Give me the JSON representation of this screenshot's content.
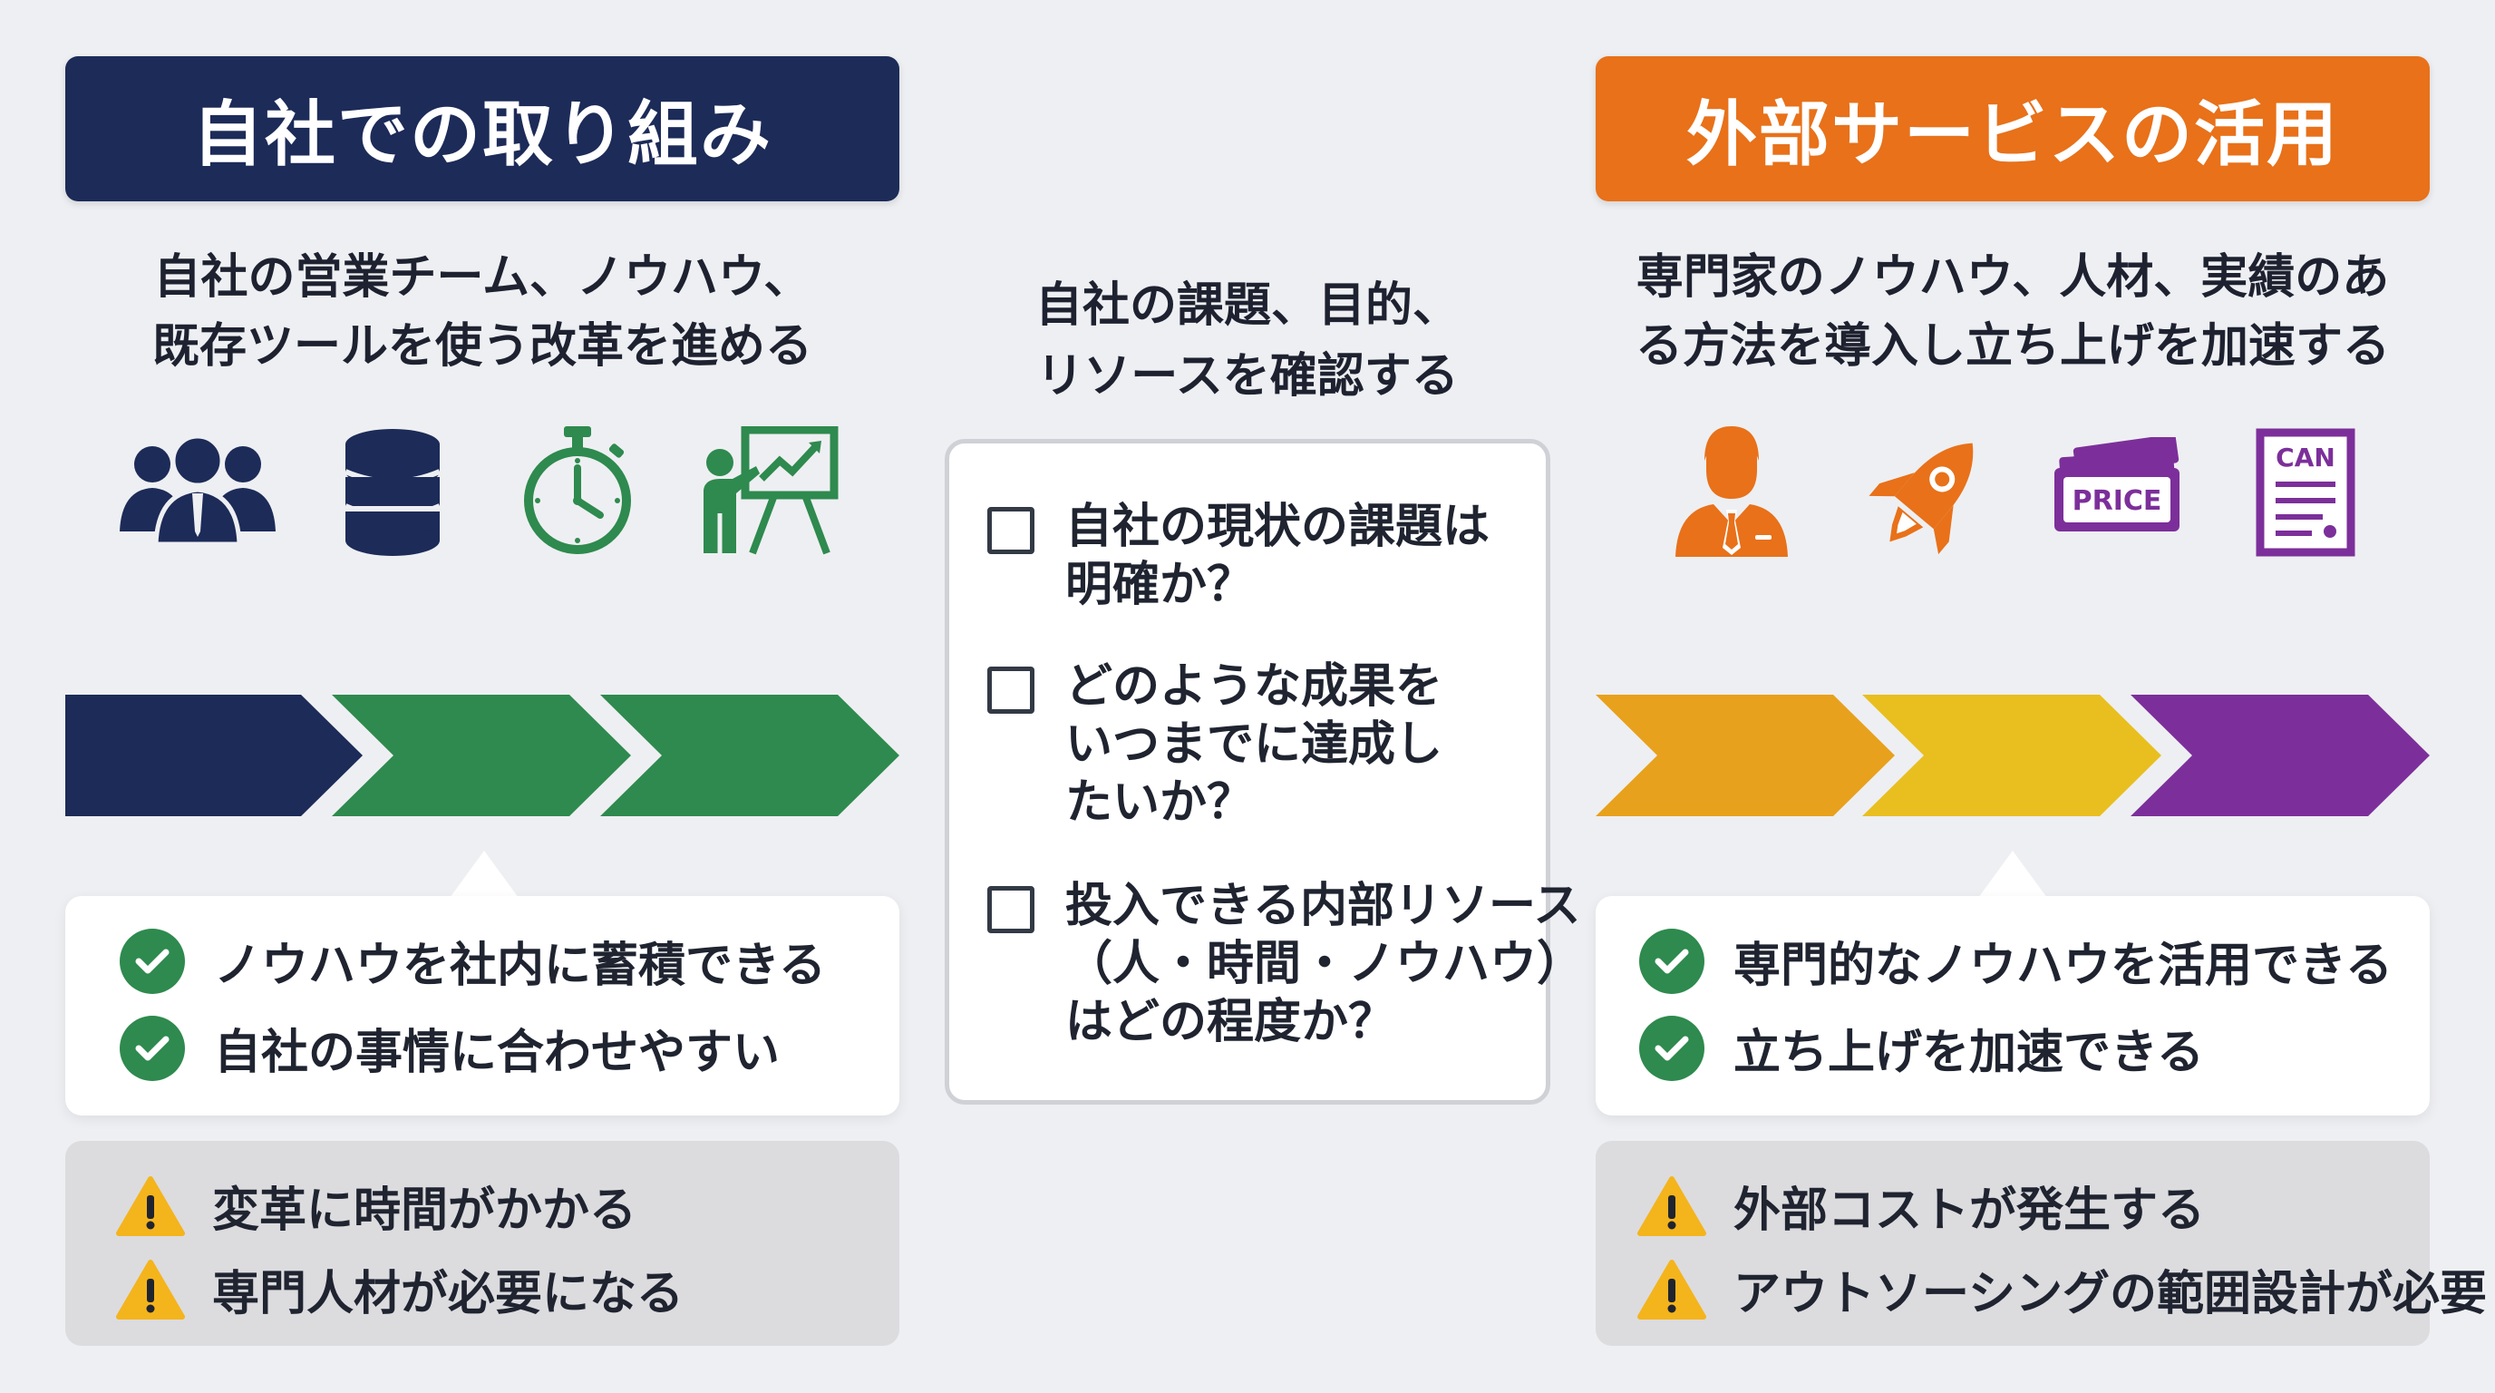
{
  "colors": {
    "navy": "#1c2b58",
    "green": "#2e8a4e",
    "orange": "#e8711a",
    "amber": "#e8a11c",
    "yellow": "#e8bf1f",
    "purple": "#7c2f9a",
    "warning": "#f4b41c"
  },
  "left": {
    "title": "自社での取り組み",
    "description": [
      "自社の営業チーム、ノウハウ、",
      "既存ツールを使う改革を進める"
    ],
    "icons": [
      "team-icon",
      "database-icon",
      "stopwatch-icon",
      "presentation-icon"
    ],
    "pros": [
      "ノウハウを社内に蓄積できる",
      "自社の事情に合わせやすい"
    ],
    "cons": [
      "変革に時間がかかる",
      "専門人材が必要になる"
    ]
  },
  "center": {
    "heading": [
      "自社の課題、目的、",
      "リソースを確認する"
    ],
    "checklist": [
      [
        "自社の現状の課題は",
        "明確か？"
      ],
      [
        "どのような成果を",
        "いつまでに達成し",
        "たいか？"
      ],
      [
        "投入できる内部リソース",
        "（人・時間・ノウハウ）",
        "はどの程度か？"
      ]
    ]
  },
  "right": {
    "title": "外部サービスの活用",
    "description": [
      "専門家のノウハウ、人材、実績のあ",
      "る方法を導入し立ち上げを加速する"
    ],
    "icons": [
      "expert-icon",
      "rocket-icon",
      "price-ticket-icon",
      "contract-icon"
    ],
    "icon_labels": {
      "price": "PRICE",
      "can": "CAN"
    },
    "pros": [
      "専門的なノウハウを活用できる",
      "立ち上げを加速できる"
    ],
    "cons": [
      "外部コストが発生する",
      "アウトソーシングの範囲設計が必要"
    ]
  }
}
